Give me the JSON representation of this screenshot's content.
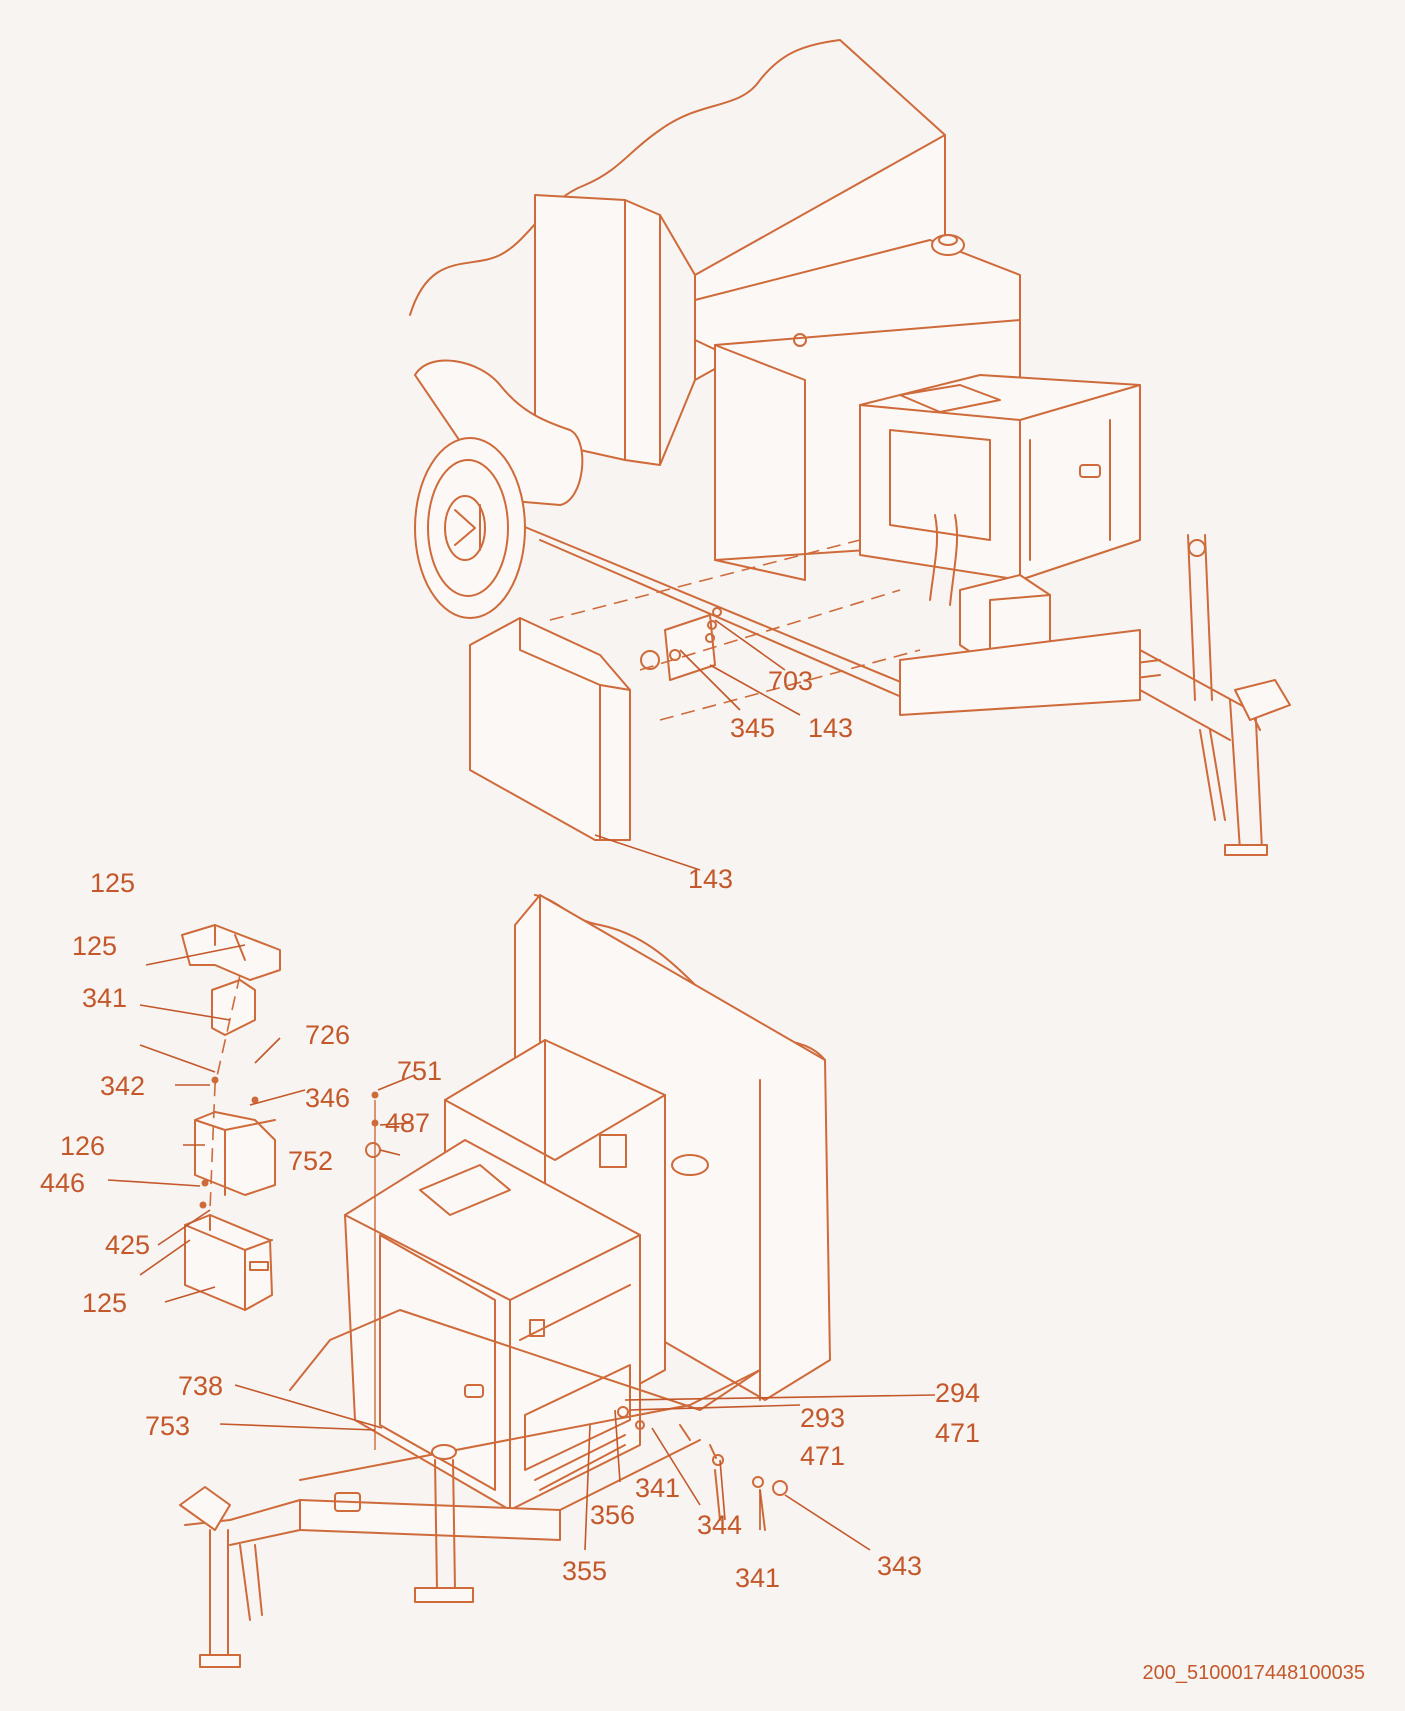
{
  "diagram": {
    "document_id": "200_5100017448100035",
    "callouts": [
      {
        "key": "c703",
        "label": "703"
      },
      {
        "key": "c345",
        "label": "345"
      },
      {
        "key": "c143a",
        "label": "143"
      },
      {
        "key": "c143b",
        "label": "143"
      },
      {
        "key": "c125a",
        "label": "125"
      },
      {
        "key": "c125b",
        "label": "125"
      },
      {
        "key": "c341a",
        "label": "341"
      },
      {
        "key": "c726",
        "label": "726"
      },
      {
        "key": "c342",
        "label": "342"
      },
      {
        "key": "c346",
        "label": "346"
      },
      {
        "key": "c751",
        "label": "751"
      },
      {
        "key": "c487",
        "label": "487"
      },
      {
        "key": "c752",
        "label": "752"
      },
      {
        "key": "c126",
        "label": "126"
      },
      {
        "key": "c446",
        "label": "446"
      },
      {
        "key": "c425",
        "label": "425"
      },
      {
        "key": "c125c",
        "label": "125"
      },
      {
        "key": "c738",
        "label": "738"
      },
      {
        "key": "c753",
        "label": "753"
      },
      {
        "key": "c294",
        "label": "294"
      },
      {
        "key": "c471a",
        "label": "471"
      },
      {
        "key": "c293",
        "label": "293"
      },
      {
        "key": "c471b",
        "label": "471"
      },
      {
        "key": "c341b",
        "label": "341"
      },
      {
        "key": "c344",
        "label": "344"
      },
      {
        "key": "c356",
        "label": "356"
      },
      {
        "key": "c341c",
        "label": "341"
      },
      {
        "key": "c343",
        "label": "343"
      },
      {
        "key": "c355",
        "label": "355"
      }
    ]
  }
}
